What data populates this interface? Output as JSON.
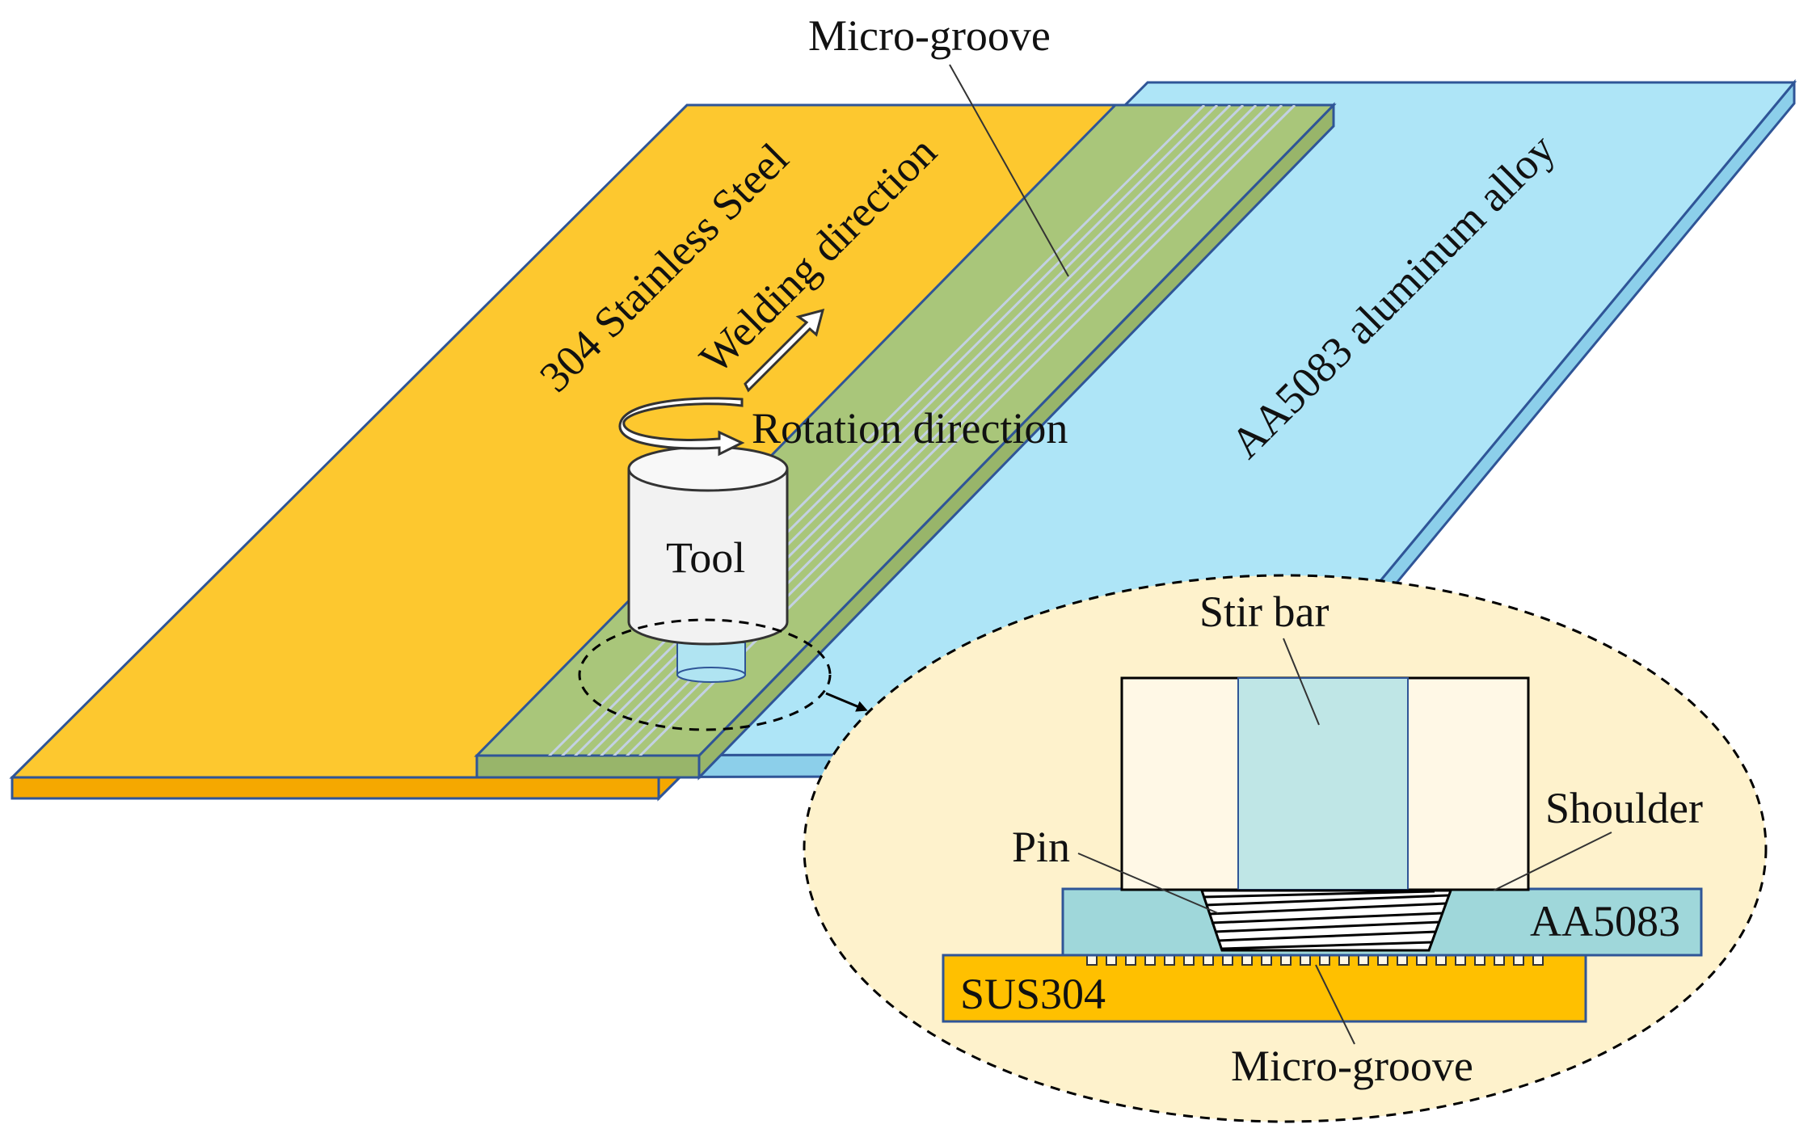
{
  "labels": {
    "micro_groove_top": "Micro-groove",
    "stainless_plate": "304 Stainless Steel",
    "welding_direction": "Welding direction",
    "aluminum_plate": "AA5083 aluminum alloy",
    "rotation_direction": "Rotation direction",
    "tool": "Tool",
    "stir_bar": "Stir bar",
    "shoulder": "Shoulder",
    "pin": "Pin",
    "aa5083": "AA5083",
    "sus304": "SUS304",
    "micro_groove_bottom": "Micro-groove"
  },
  "colors": {
    "steel": "#FDC82F",
    "steel_side": "#F5A800",
    "aluminum": "#AEE5F7",
    "aluminum_side": "#8CCFEA",
    "overlap": "#A9C67A",
    "outline": "#2F5597",
    "tool_body": "#F2F2F2",
    "pin": "#B0E4F2",
    "detail_bg": "#FEF2CC",
    "detail_tool": "#FFF8E6",
    "stir_bar": "#BFE6E6",
    "detail_aa5083": "#9FD7DA",
    "detail_sus304": "#FFC000"
  }
}
